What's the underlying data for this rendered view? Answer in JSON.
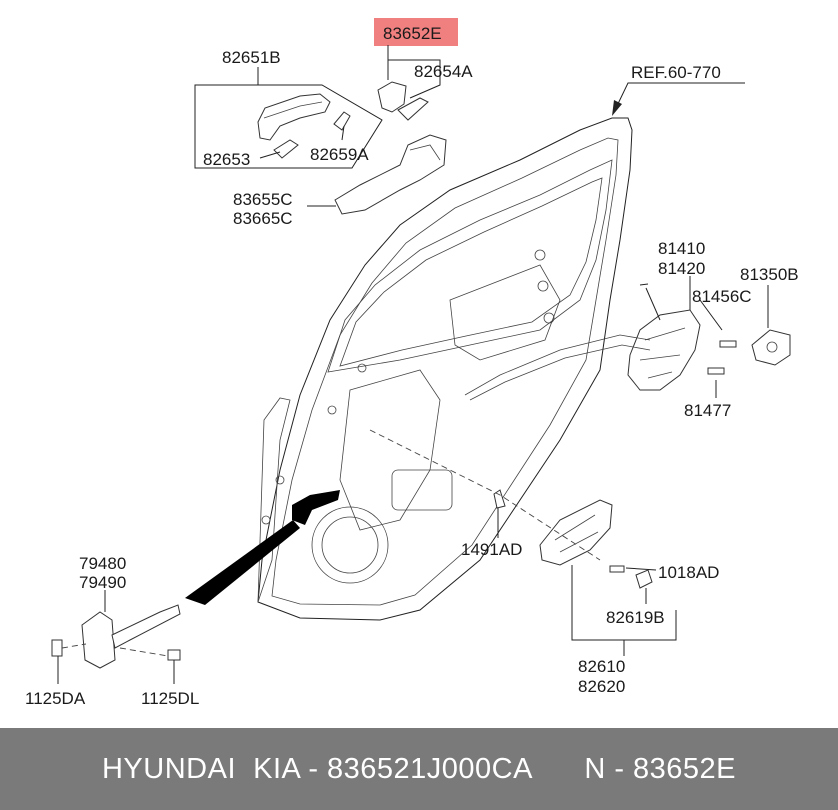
{
  "labels": {
    "p83652E": "83652E",
    "p82651B": "82651B",
    "p82654A": "82654A",
    "p82653": "82653",
    "p82659A": "82659A",
    "p83655C": "83655C",
    "p83665C": "83665C",
    "ref": "REF.60-770",
    "p81410": "81410",
    "p81420": "81420",
    "p81350B": "81350B",
    "p81456C": "81456C",
    "p81477": "81477",
    "p1491AD": "1491AD",
    "p1018AD": "1018AD",
    "p82619B": "82619B",
    "p82610": "82610",
    "p82620": "82620",
    "p79480": "79480",
    "p79490": "79490",
    "p1125DA": "1125DA",
    "p1125DL": "1125DL"
  },
  "highlight_color": "#f08080",
  "footer": {
    "brand": "HYUNDAI  KIA - 836521J000CA",
    "oem": "N - 83652E"
  }
}
